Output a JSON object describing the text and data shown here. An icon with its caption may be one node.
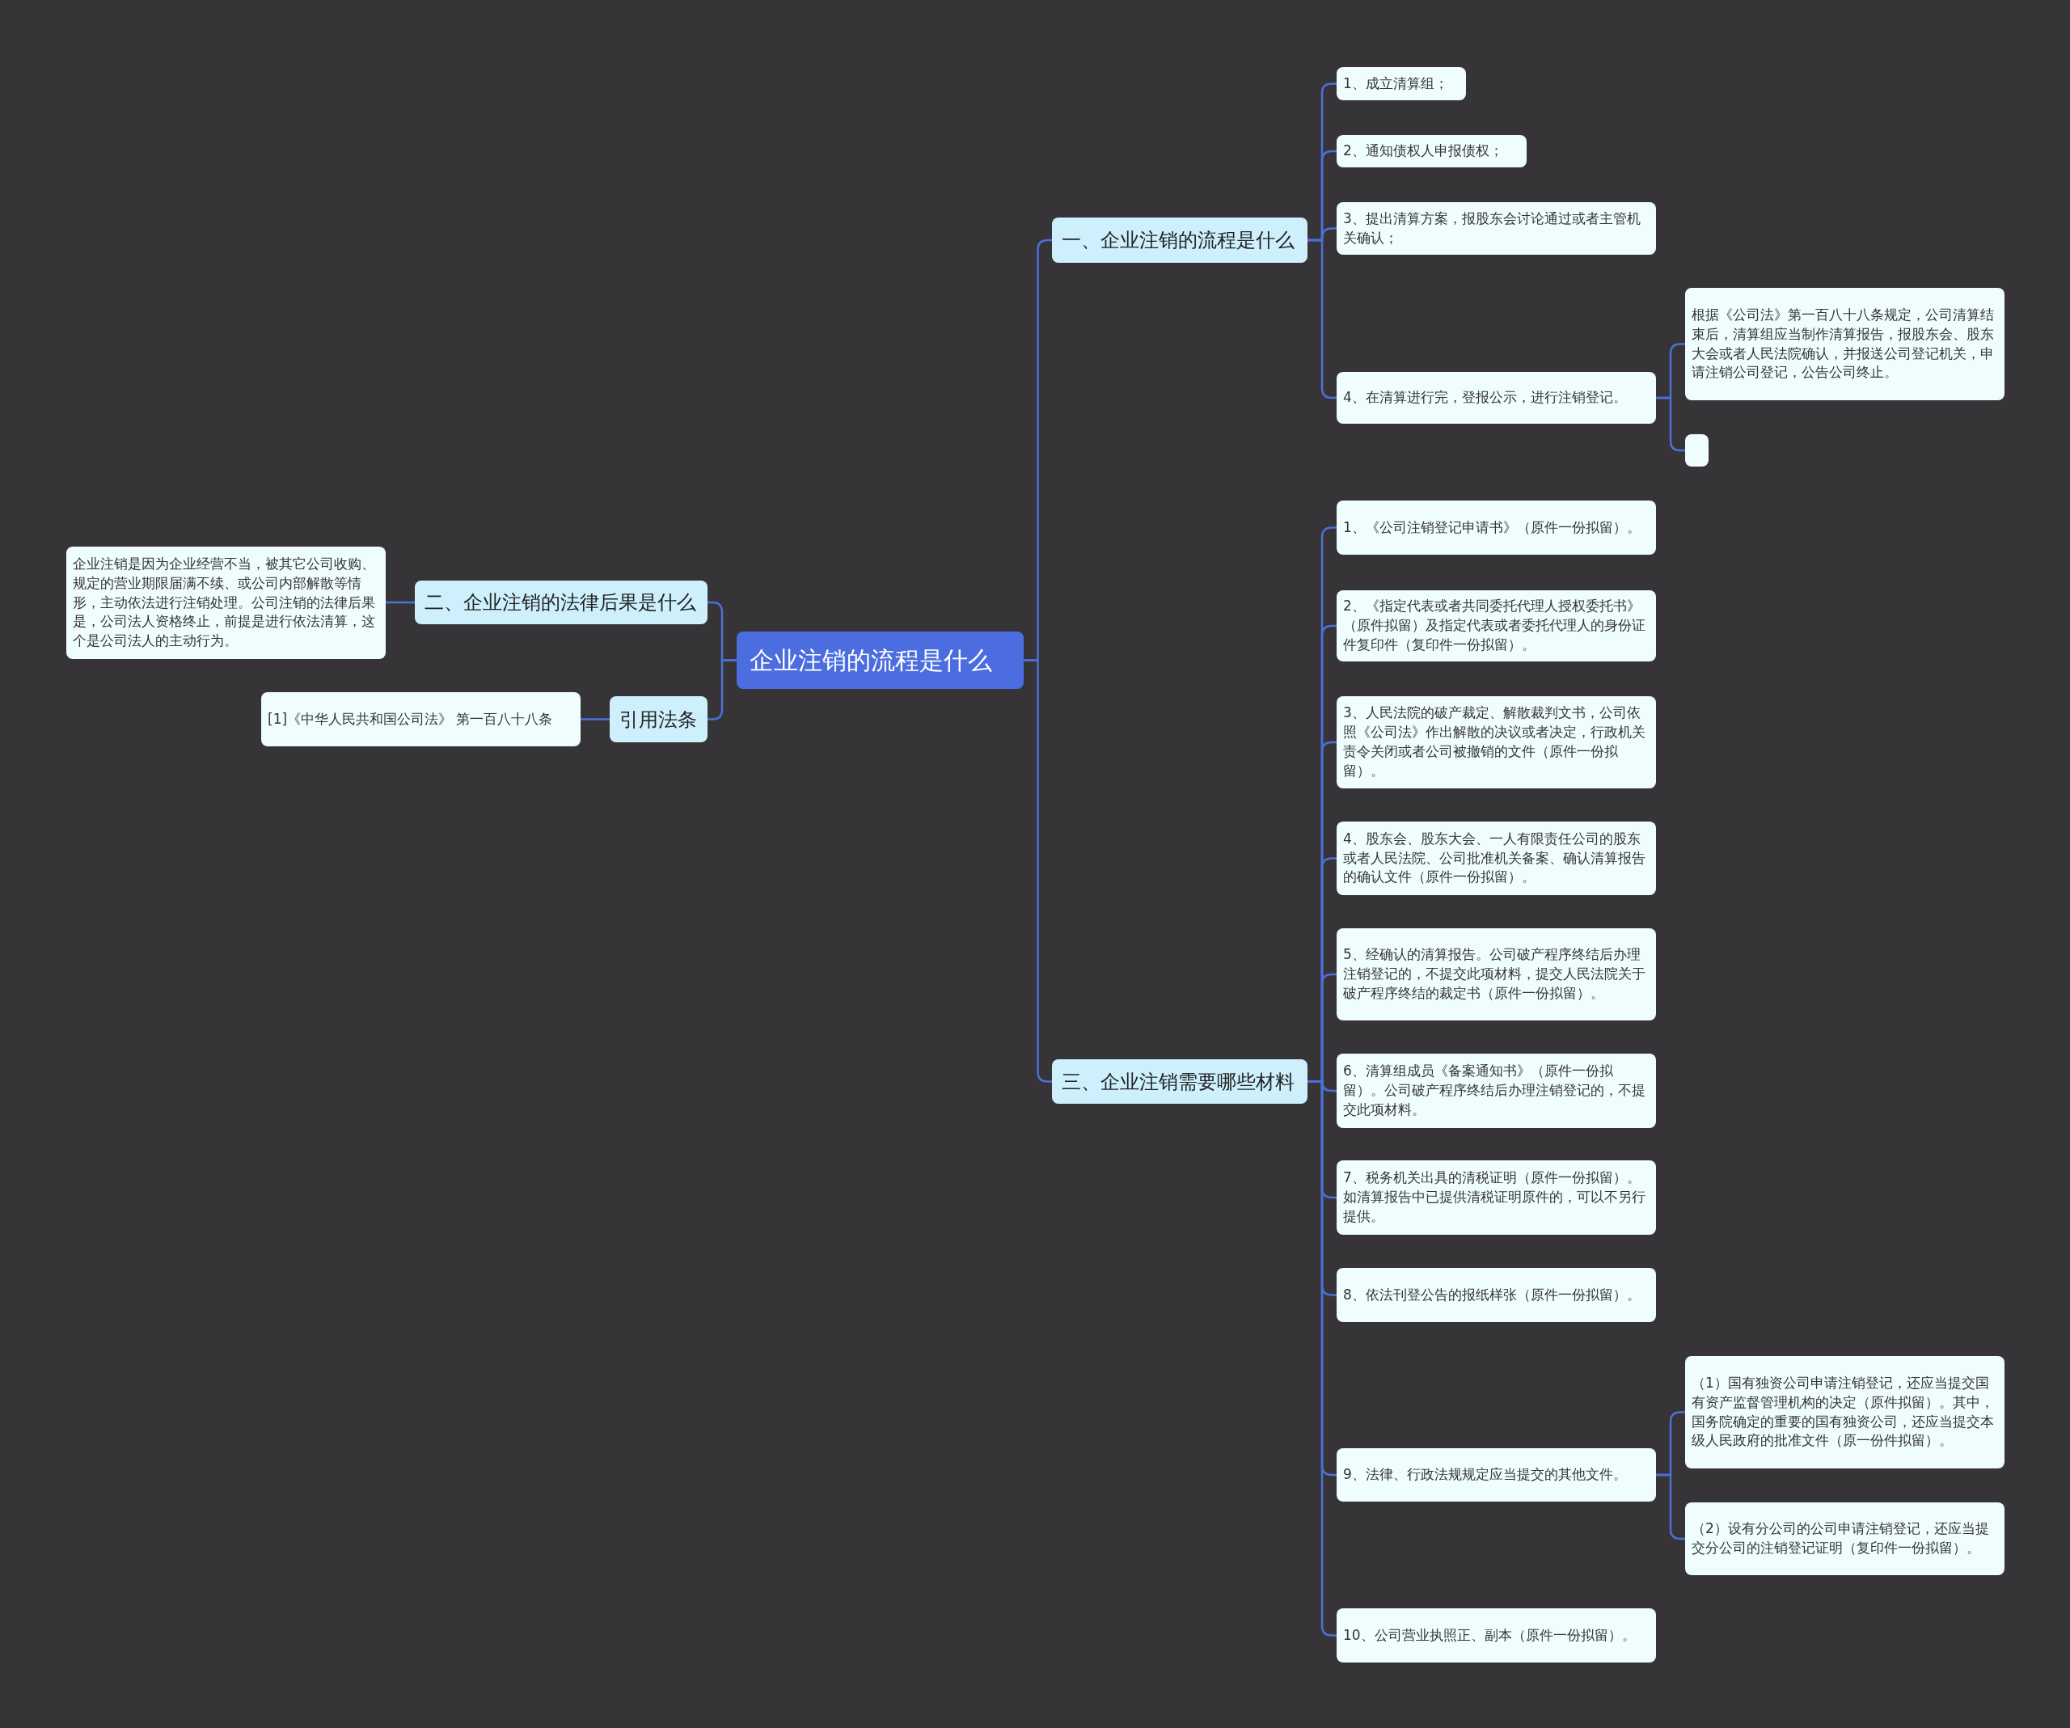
{
  "diagram": {
    "nodes": [
      {
        "text": [
          "企业注销的流程是什么"
        ]
      },
      {
        "text": [
          "一、企业注销的流程是什么"
        ]
      },
      {
        "text": [
          "1、成立清算组；"
        ]
      },
      {
        "text": [
          "2、通知债权人申报债权；"
        ]
      },
      {
        "text": [
          "3、提出清算方案，报股东会讨论通过或者主管机关确认；"
        ]
      },
      {
        "text": [
          "4、在清算进行完，登报公示，进行注销登记。"
        ]
      },
      {
        "text": [
          "根据《公司法》第一百八十八条规定，公司清算结束后，清算组应当制作清算报告，报股东会、股东大会或者人民法院确认，并报送公司登记机关，申请注销公司登记，公告公司终止。"
        ]
      },
      {
        "text": [],
        "shape": "box"
      },
      {
        "text": [
          "三、企业注销需要哪些材料"
        ]
      },
      {
        "text": [
          "1、《公司注销登记申请书》（原件一份拟留）。"
        ]
      },
      {
        "text": [
          "2、《指定代表或者共同委托代理人授权委托书》（原件拟留）及指定代表或者委托代理人的身份证件复印件（复印件一份拟留）。"
        ]
      },
      {
        "text": [
          "3、人民法院的破产裁定、解散裁判文书，公司依照《公司法》作出解散的决议或者决定，行政机关责令关闭或者公司被撤销的文件（原件一份拟留）。"
        ]
      },
      {
        "text": [
          "4、股东会、股东大会、一人有限责任公司的股东或者人民法院、公司批准机关备案、确认清算报告的确认文件（原件一份拟留）。"
        ]
      },
      {
        "text": [
          "5、经确认的清算报告。公司破产程序终结后办理注销登记的，不提交此项材料，提交人民法院关于破产程序终结的裁定书（原件一份拟留）。"
        ]
      },
      {
        "text": [
          "6、清算组成员《备案通知书》（原件一份拟留）。公司破产程序终结后办理注销登记的，不提交此项材料。"
        ]
      },
      {
        "text": [
          "7、税务机关出具的清税证明（原件一份拟留）。如清算报告中已提供清税证明原件的，可以不另行提供。"
        ]
      },
      {
        "text": [
          "8、依法刊登公告的报纸样张（原件一份拟留）。"
        ]
      },
      {
        "text": [
          "9、法律、行政法规规定应当提交的其他文件。"
        ]
      },
      {
        "text": [
          "（1）国有独资公司申请注销登记，还应当提交国有资产监督管理机构的决定（原件拟留）。其中，国务院确定的重要的国有独资公司，还应当提交本级人民政府的批准文件（原一份件拟留）。"
        ]
      },
      {
        "text": [
          "（2）设有分公司的公司申请注销登记，还应当提交分公司的注销登记证明（复印件一份拟留）。"
        ]
      },
      {
        "text": [
          "10、公司营业执照正、副本（原件一份拟留）。"
        ]
      },
      {
        "text": [
          "二、企业注销的法律后果是什么"
        ]
      },
      {
        "text": [
          "企业注销是因为企业经营不当，被其它公司收购、规定的营业期限届满不续、或公司内部解散等情形，主动依法进行注销处理。公司注销的法律后果是，公司法人资格终止，前提是进行依法清算，这个是公司法人的主动行为。"
        ]
      },
      {
        "text": [
          "引用法条"
        ]
      },
      {
        "text": [
          "[1]《中华人民共和国公司法》 第一百八十八条"
        ]
      }
    ],
    "edges": [
      {
        "from": 0,
        "to": 1,
        "arrow": "none"
      },
      {
        "from": 1,
        "to": 2,
        "arrow": "none"
      },
      {
        "from": 1,
        "to": 3,
        "arrow": "none"
      },
      {
        "from": 1,
        "to": 4,
        "arrow": "none"
      },
      {
        "from": 1,
        "to": 5,
        "arrow": "none"
      },
      {
        "from": 5,
        "to": 6,
        "arrow": "none"
      },
      {
        "from": 5,
        "to": 7,
        "arrow": "none"
      },
      {
        "from": 0,
        "to": 8,
        "arrow": "none"
      },
      {
        "from": 8,
        "to": 9,
        "arrow": "none"
      },
      {
        "from": 8,
        "to": 10,
        "arrow": "none"
      },
      {
        "from": 8,
        "to": 11,
        "arrow": "none"
      },
      {
        "from": 8,
        "to": 12,
        "arrow": "none"
      },
      {
        "from": 8,
        "to": 13,
        "arrow": "none"
      },
      {
        "from": 8,
        "to": 14,
        "arrow": "none"
      },
      {
        "from": 8,
        "to": 15,
        "arrow": "none"
      },
      {
        "from": 8,
        "to": 16,
        "arrow": "none"
      },
      {
        "from": 8,
        "to": 17,
        "arrow": "none"
      },
      {
        "from": 17,
        "to": 18,
        "arrow": "none"
      },
      {
        "from": 17,
        "to": 19,
        "arrow": "none"
      },
      {
        "from": 8,
        "to": 20,
        "arrow": "none"
      },
      {
        "from": 0,
        "to": 21,
        "arrow": "none"
      },
      {
        "from": 21,
        "to": 22,
        "arrow": "none"
      },
      {
        "from": 0,
        "to": 23,
        "arrow": "none"
      },
      {
        "from": 23,
        "to": 24,
        "arrow": "none"
      }
    ]
  }
}
